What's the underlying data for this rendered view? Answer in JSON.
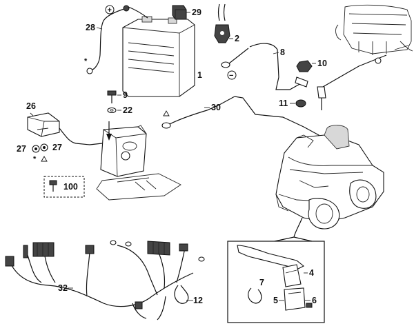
{
  "callouts": {
    "c1": "1",
    "c2": "2",
    "c4": "4",
    "c5": "5",
    "c6": "6",
    "c7": "7",
    "c8": "8",
    "c9": "9",
    "c10": "10",
    "c11": "11",
    "c12": "12",
    "c22": "22",
    "c26": "26",
    "c27a": "27",
    "c27b": "27",
    "c28": "28",
    "c29": "29",
    "c30": "30",
    "c32": "32",
    "c100": "100"
  },
  "symbols": {
    "plus": "+",
    "minus": "−",
    "asterisk_a": "*",
    "asterisk_b": "*"
  }
}
